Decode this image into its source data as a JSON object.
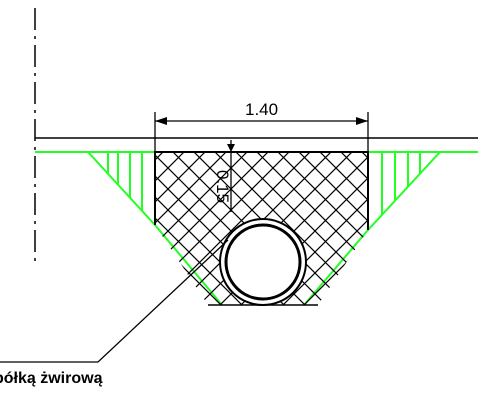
{
  "drawing": {
    "width_dimension": "1.40",
    "depth_dimension": "0.15",
    "callout_label": "półką żwirową"
  },
  "colors": {
    "line": "#000000",
    "slope": "#22ff22",
    "background": "#ffffff"
  }
}
